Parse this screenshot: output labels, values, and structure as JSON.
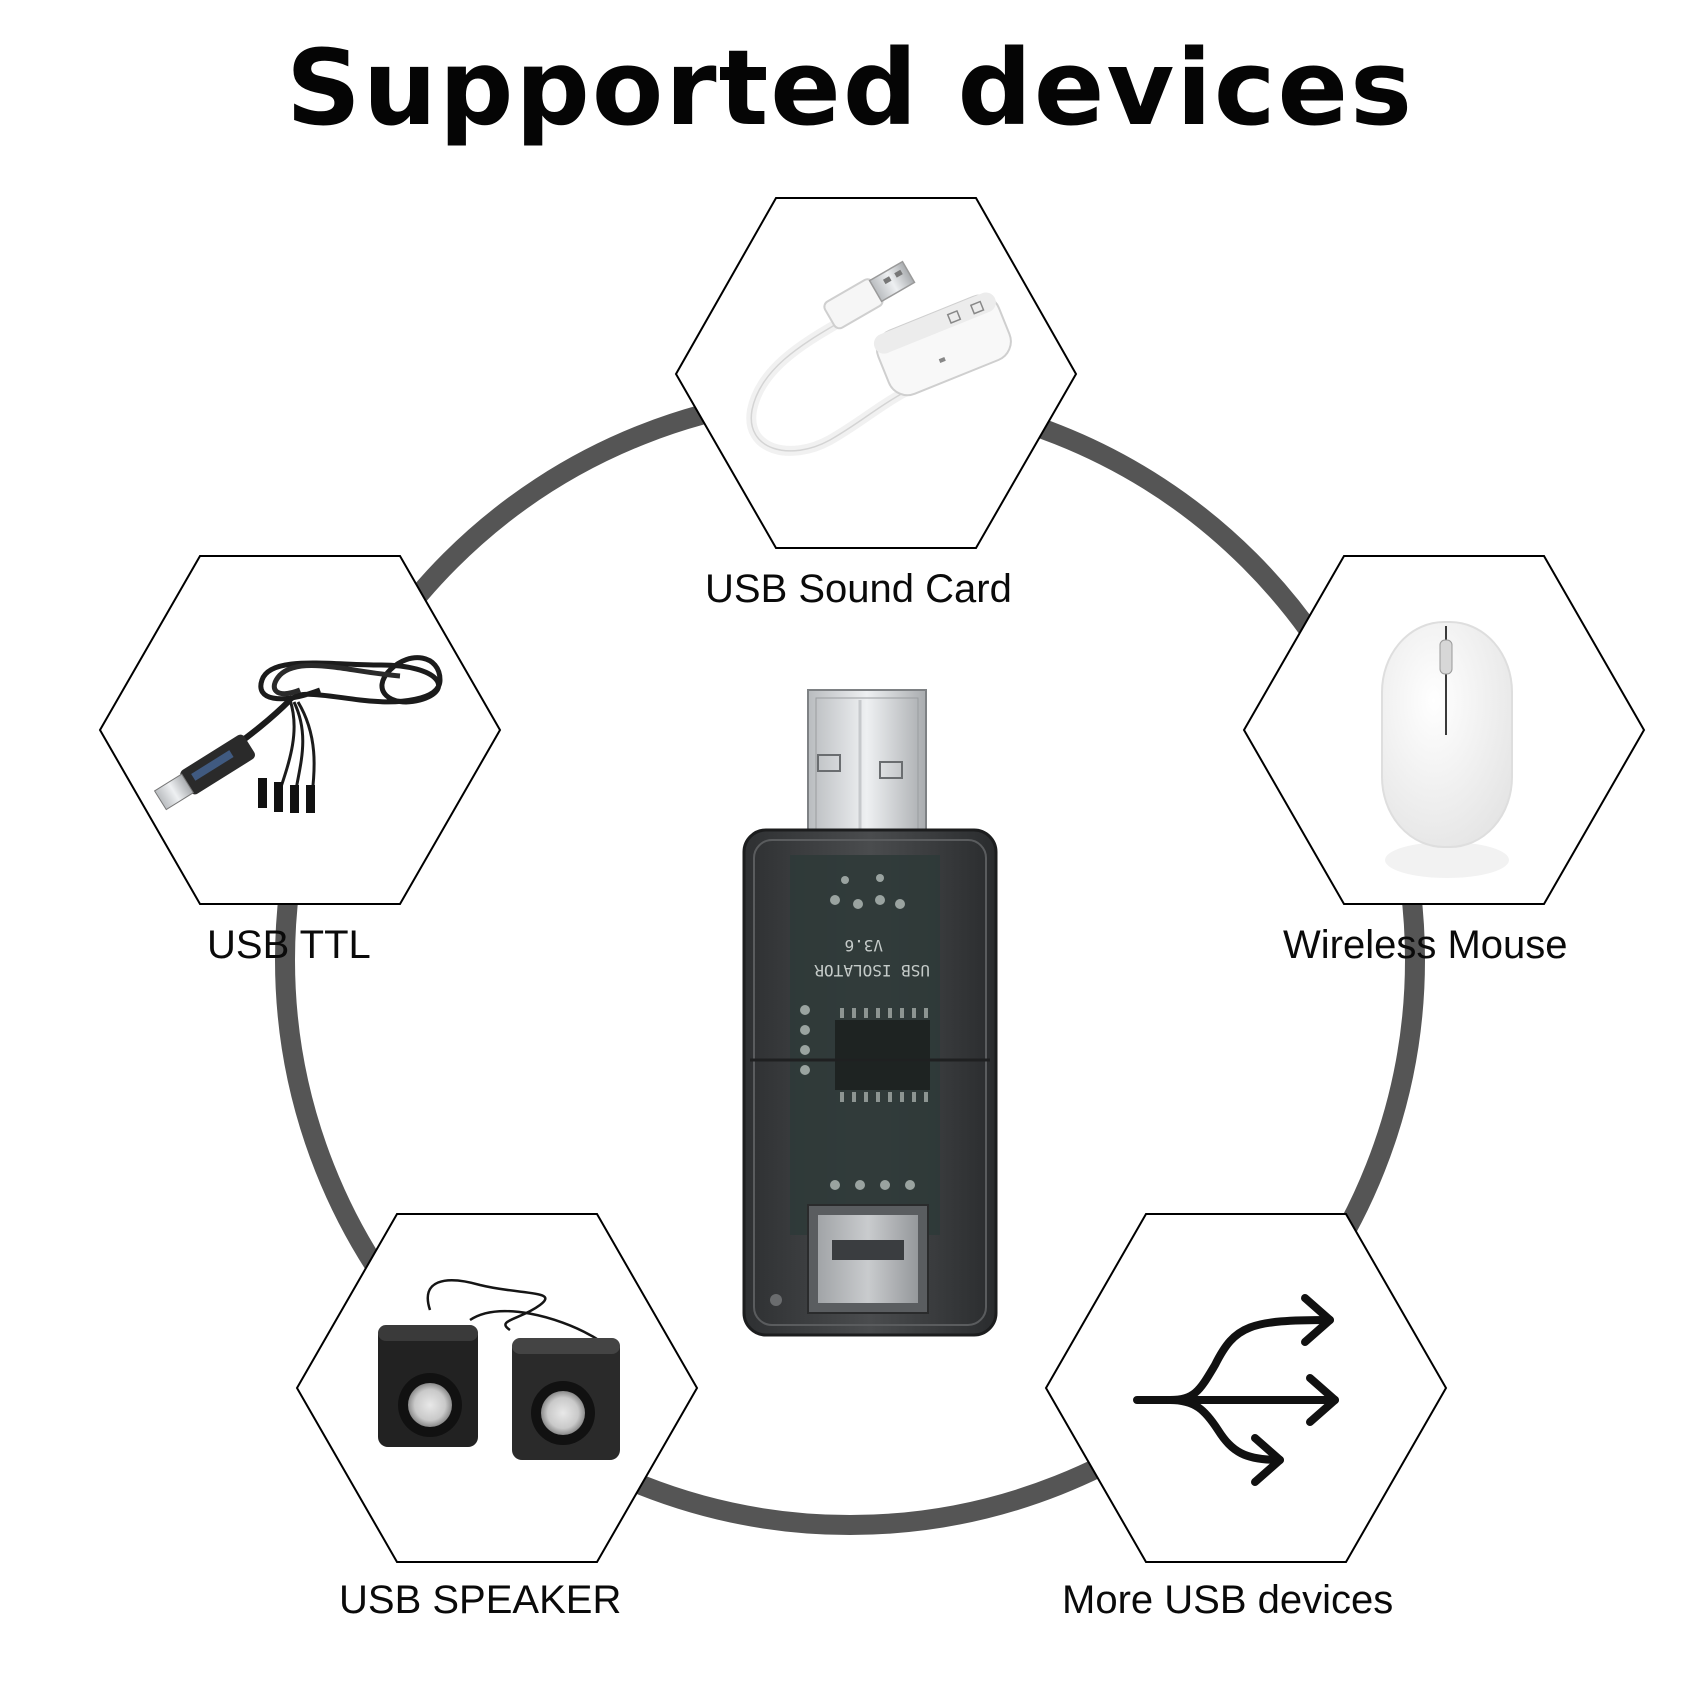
{
  "title": "Supported devices",
  "colors": {
    "ring": "#555555",
    "hex_stroke": "#000000",
    "isolator_shell": "#3d3f40",
    "isolator_pcb": "#2f3a38"
  },
  "isolator": {
    "line1": "USB ISOLATOR",
    "line2": "V3.6"
  },
  "devices": [
    {
      "label": "USB Sound Card",
      "icon": "usb-sound-card-icon"
    },
    {
      "label": "USB TTL",
      "icon": "usb-ttl-cable-icon"
    },
    {
      "label": "Wireless Mouse",
      "icon": "wireless-mouse-icon"
    },
    {
      "label": "USB SPEAKER",
      "icon": "usb-speaker-icon"
    },
    {
      "label": "More USB devices",
      "icon": "branching-arrows-icon"
    }
  ]
}
